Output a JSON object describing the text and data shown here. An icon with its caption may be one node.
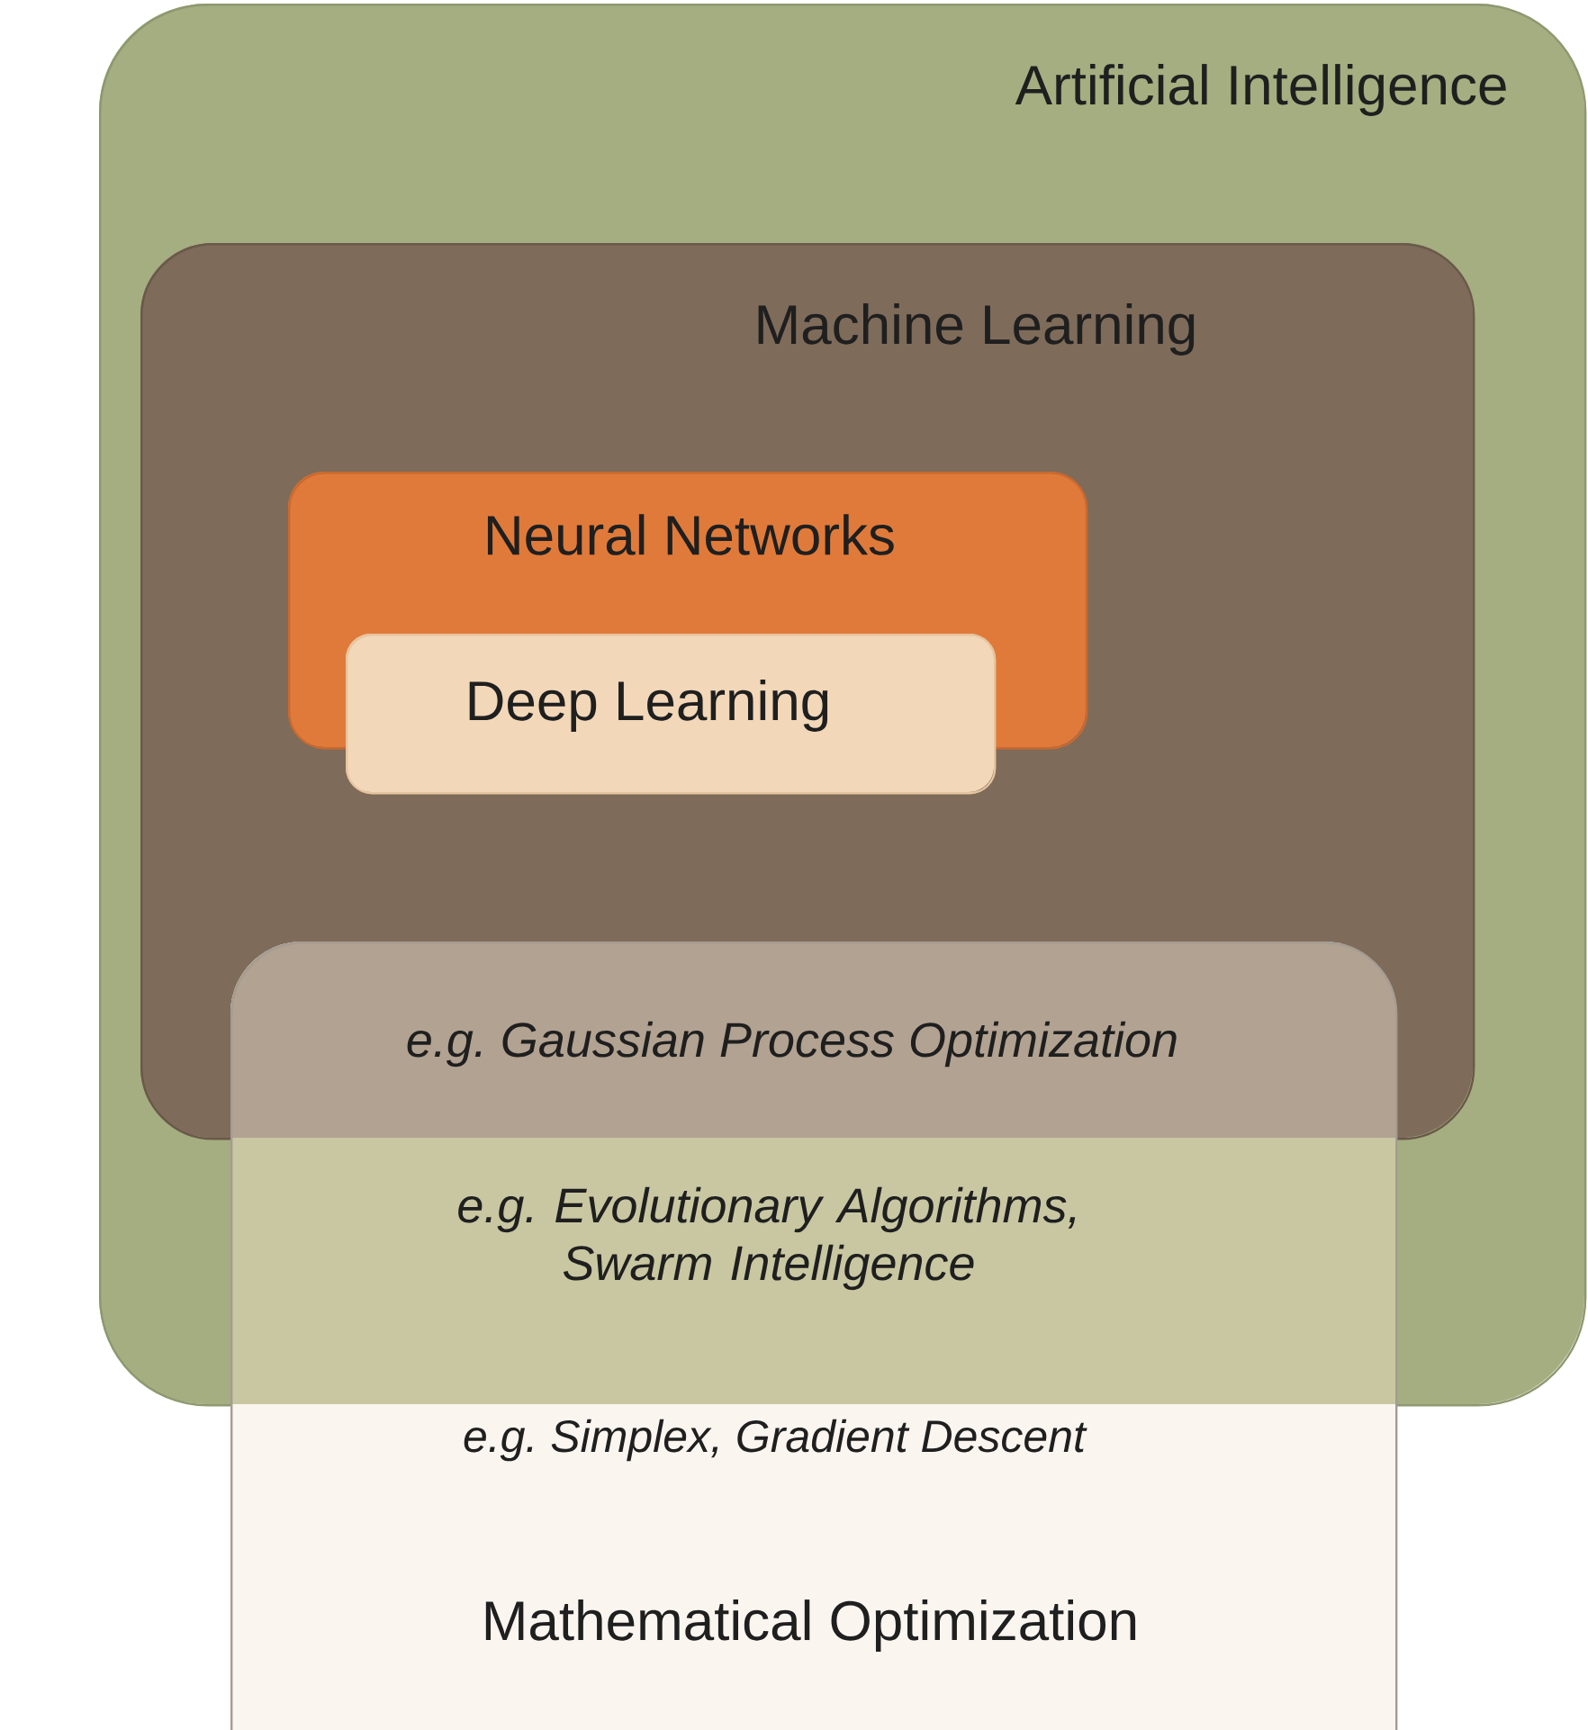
{
  "diagram": {
    "nodes": [
      {
        "text": [
          "Artificial Intelligence"
        ]
      },
      {
        "text": [
          "Machine Learning"
        ],
        "in": 0
      },
      {
        "text": [
          "Neural Networks"
        ],
        "in": 1
      },
      {
        "text": [
          "Deep Learning"
        ],
        "in": 1
      },
      {
        "text": [
          "e.g. Gaussian Process Optimization",
          "e.g. Evolutionary Algorithms, Swarm Intelligence",
          "e.g. Simplex, Gradient Descent",
          "Mathematical Optimization"
        ]
      }
    ],
    "edges": []
  }
}
